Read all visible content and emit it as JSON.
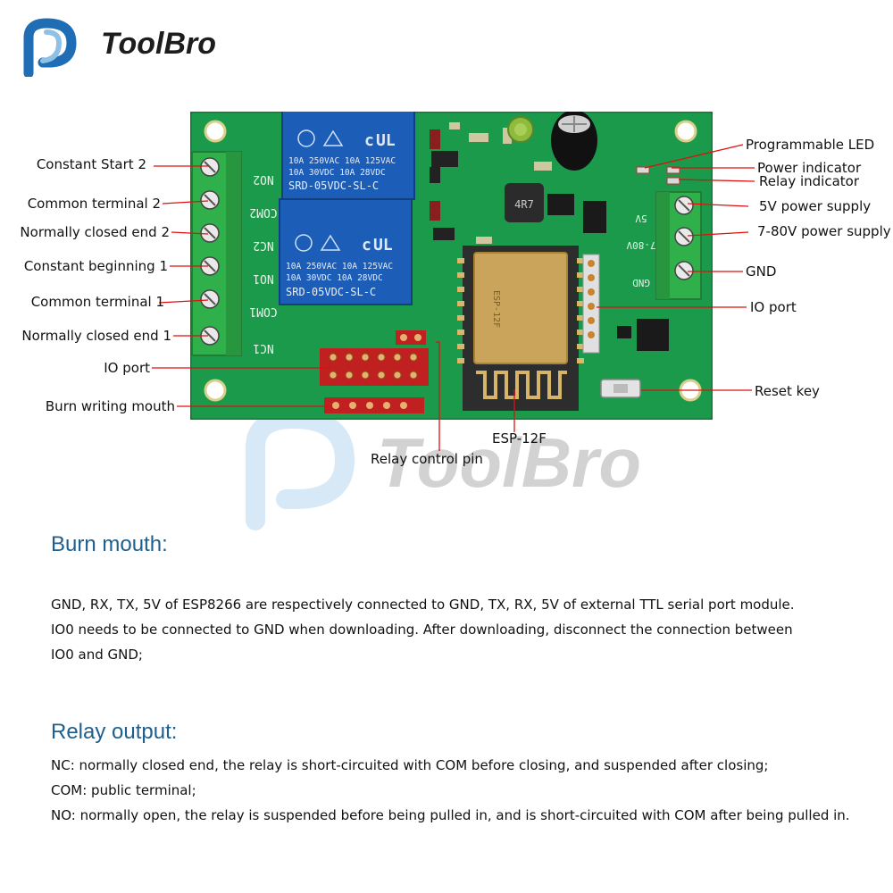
{
  "brand": {
    "name": "ToolBro",
    "watermark": "ToolBro",
    "color_blue": "#1f6db5",
    "color_light_blue": "#8fc0e6"
  },
  "board_print": {
    "relay1": {
      "line1": "10A 250VAC  10A 125VAC",
      "line2": "10A  30VDC  10A  28VDC",
      "model": "SRD-05VDC-SL-C"
    },
    "relay2": {
      "line1": "10A 250VAC  10A 125VAC",
      "line2": "10A  30VDC  10A  28VDC",
      "model": "SRD-05VDC-SL-C"
    },
    "terminals_left": [
      "NO2",
      "COM2",
      "NC2",
      "NO1",
      "COM1",
      "NC1"
    ],
    "terminals_right": [
      "5V",
      "7-80V",
      "GND"
    ],
    "module_label": "ESP-12F",
    "inductor": "4R7",
    "colors": {
      "pcb": "#1b9a4b",
      "relay": "#1c5db8",
      "terminal": "#2fb04a",
      "module": "#c9a45a"
    }
  },
  "labels_left": [
    "Constant Start 2",
    "Common terminal 2",
    "Normally closed end 2",
    "Constant beginning 1",
    "Common terminal 1",
    "Normally closed end 1",
    "IO port",
    "Burn writing mouth"
  ],
  "labels_right": [
    "Programmable LED",
    "Power indicator",
    "Relay indicator",
    "5V power supply",
    "7-80V power supply",
    "GND",
    "IO port",
    "Reset key"
  ],
  "labels_bottom": {
    "module": "ESP-12F",
    "relay_pin": "Relay control pin"
  },
  "sections": [
    {
      "title": "Burn mouth:",
      "lines": [
        "GND, RX, TX, 5V of ESP8266 are respectively connected to GND, TX, RX, 5V of external TTL serial port module.",
        "IO0 needs to be connected to GND when downloading. After downloading, disconnect the connection between",
        "IO0 and GND;"
      ]
    },
    {
      "title": "Relay output:",
      "lines": [
        "NC: normally closed end, the relay is short-circuited with COM before closing, and suspended after closing;",
        "COM: public terminal;",
        "NO: normally open, the relay is suspended before being pulled in, and is short-circuited with COM after being pulled in."
      ]
    }
  ]
}
